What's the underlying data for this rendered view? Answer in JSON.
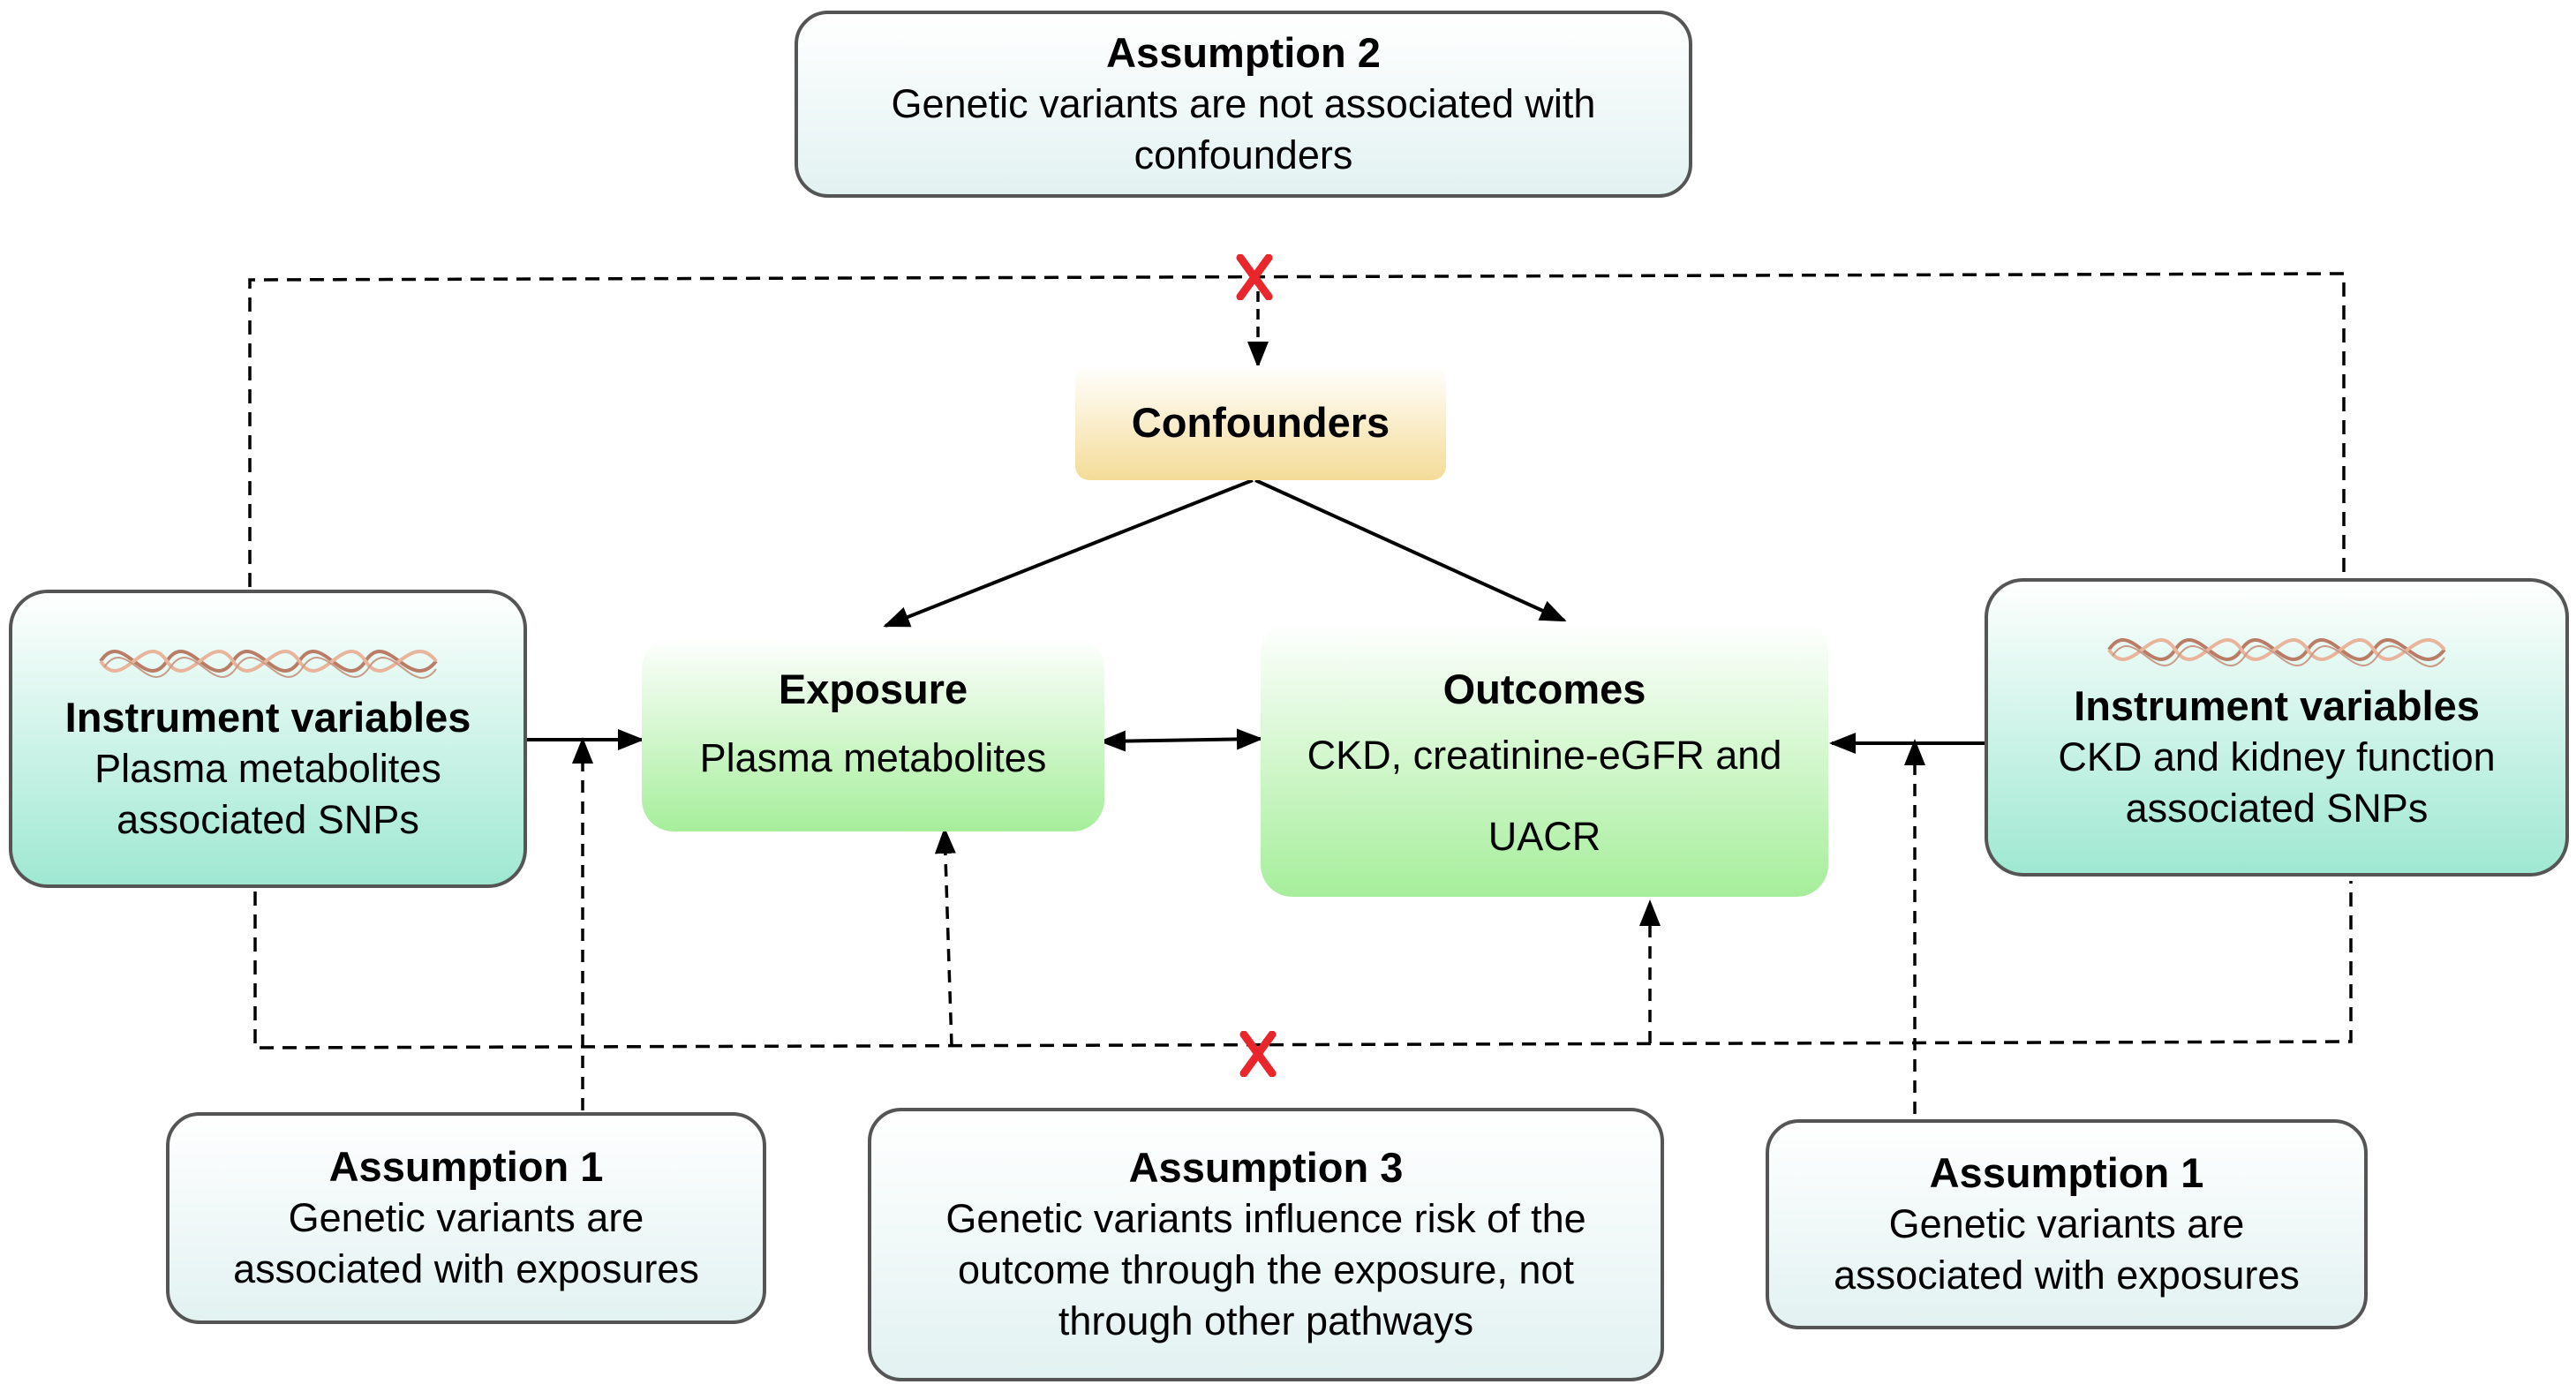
{
  "assumption2": {
    "title": "Assumption 2",
    "text": "Genetic variants are not associated with confounders"
  },
  "confounders": {
    "label": "Confounders"
  },
  "exposure": {
    "title": "Exposure",
    "text": "Plasma metabolites"
  },
  "outcomes": {
    "title": "Outcomes",
    "text": "CKD, creatinine-eGFR and UACR"
  },
  "instrument_left": {
    "title": "Instrument variables",
    "text": "Plasma metabolites associated SNPs"
  },
  "instrument_right": {
    "title": "Instrument variables",
    "text": "CKD and kidney function associated SNPs"
  },
  "assumption1_left": {
    "title": "Assumption 1",
    "text": "Genetic variants are associated with exposures"
  },
  "assumption3": {
    "title": "Assumption 3",
    "text": "Genetic variants influence risk of the outcome through the exposure, not through other pathways"
  },
  "assumption1_right": {
    "title": "Assumption 1",
    "text": "Genetic variants are associated with exposures"
  },
  "icons": {
    "dna": "dna-helix-icon",
    "cross": "red-cross-icon"
  },
  "colors": {
    "line": "#000000",
    "cross": "#e8262b",
    "instrument_fill": "#9fe8d2",
    "green_fill": "#a6ee9b",
    "confounder_fill": "#f4dc98",
    "assumption_fill": "#e2f2f1"
  }
}
